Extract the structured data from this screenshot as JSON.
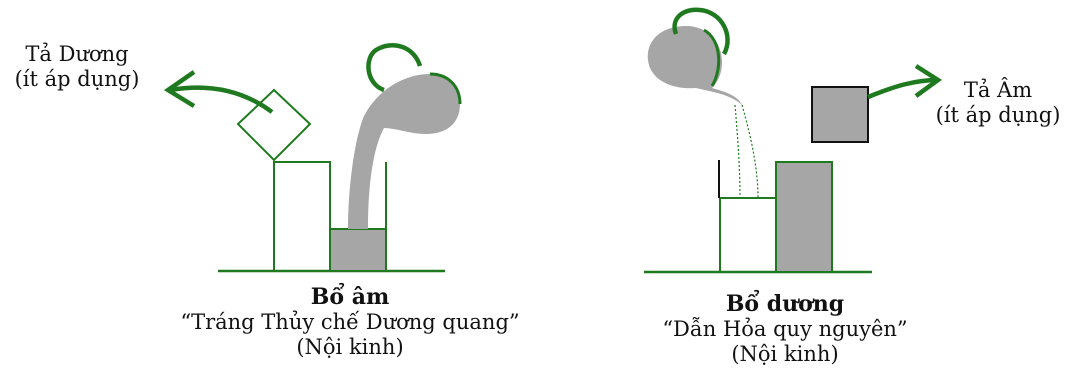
{
  "left_panel": {
    "arrow_label_line1": "Tả Dương",
    "arrow_label_line2": "(ít áp dụng)",
    "title": "Bổ âm",
    "quote": "“Tráng Thủy chế Dương quang”",
    "source": "(Nội kinh)"
  },
  "right_panel": {
    "arrow_label_line1": "Tả Âm",
    "arrow_label_line2": "(ít áp dụng)",
    "title": "Bổ dương",
    "quote": "“Dẫn Hỏa quy nguyên”",
    "source": "(Nội kinh)"
  },
  "colors": {
    "line": "#1f7a1f",
    "fill": "#a6a6a6",
    "outline_dark": "#111111"
  }
}
